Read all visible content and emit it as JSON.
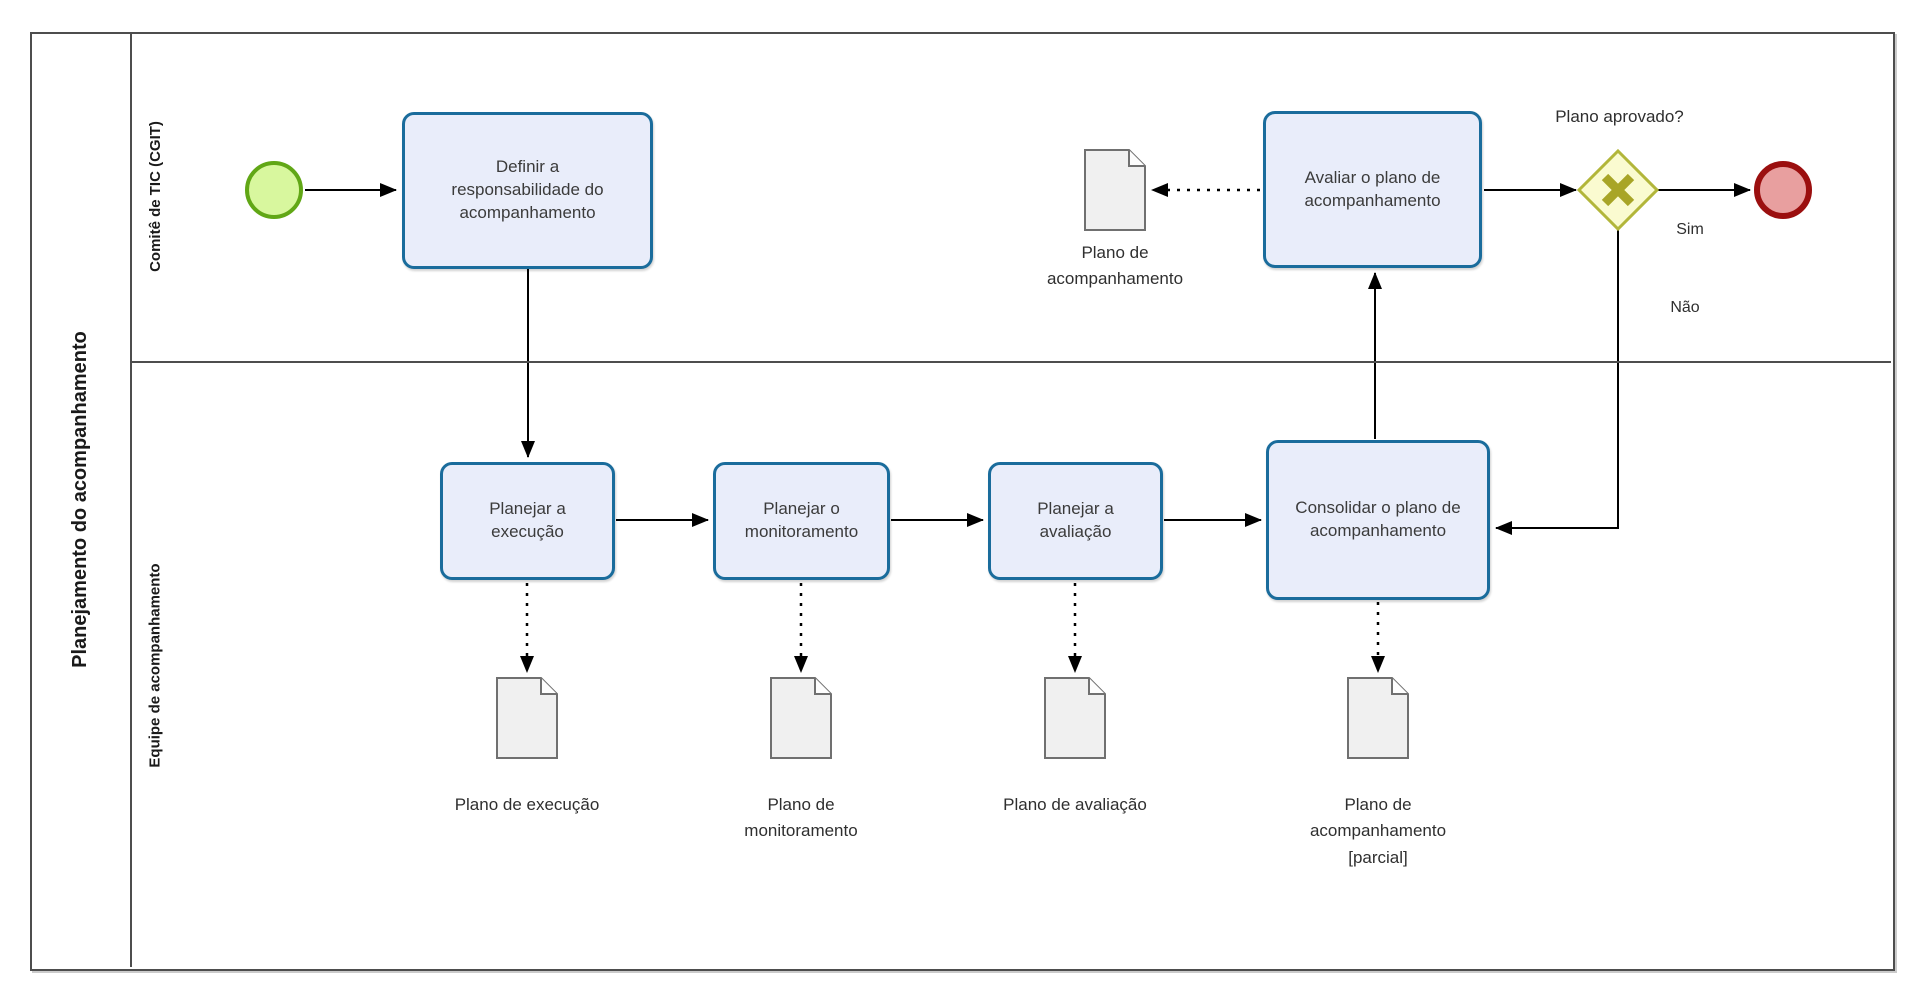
{
  "bpmn": {
    "pool": {
      "title": "Planejamento do acompanhamento"
    },
    "lanes": [
      {
        "label": "Comitê de TIC (CGIT)"
      },
      {
        "label": "Equipe de acompanhamento"
      }
    ],
    "tasks": [
      {
        "id": "definir-responsabilidade",
        "label": "Definir a responsabilidade do acompanhamento"
      },
      {
        "id": "planejar-execucao",
        "label": "Planejar a execução"
      },
      {
        "id": "planejar-monitoramento",
        "label": "Planejar o monitoramento"
      },
      {
        "id": "planejar-avaliacao",
        "label": "Planejar a avaliação"
      },
      {
        "id": "consolidar-plano",
        "label": "Consolidar o plano de acompanhamento"
      },
      {
        "id": "avaliar-plano",
        "label": "Avaliar o plano de acompanhamento"
      }
    ],
    "events": [
      {
        "id": "start",
        "type": "start-event"
      },
      {
        "id": "end",
        "type": "end-event"
      }
    ],
    "gateway": {
      "question": "Plano aprovado?",
      "yes_label": "Sim",
      "no_label": "Não"
    },
    "documents": [
      {
        "id": "doc-execucao",
        "label": "Plano de execução"
      },
      {
        "id": "doc-monitoramento",
        "label": "Plano de monitoramento"
      },
      {
        "id": "doc-avaliacao",
        "label": "Plano de avaliação"
      },
      {
        "id": "doc-acompanhamento-parcial",
        "label": "Plano de acompanhamento [parcial]"
      },
      {
        "id": "doc-acompanhamento",
        "label": "Plano de acompanhamento"
      }
    ],
    "colors": {
      "task_fill": "#e9edfa",
      "task_border": "#1a6c9c",
      "start_fill": "#d8f79e",
      "start_border": "#61a716",
      "end_fill": "#e89f9f",
      "end_border": "#9b0f0f",
      "gateway_fill": "#fafbd0",
      "gateway_border": "#b2b63a",
      "gateway_marker": "#a8a526",
      "document_fill": "#f0f0f0",
      "document_border": "#707070",
      "connector": "#000000",
      "frame_border": "#4d4d4d"
    }
  }
}
